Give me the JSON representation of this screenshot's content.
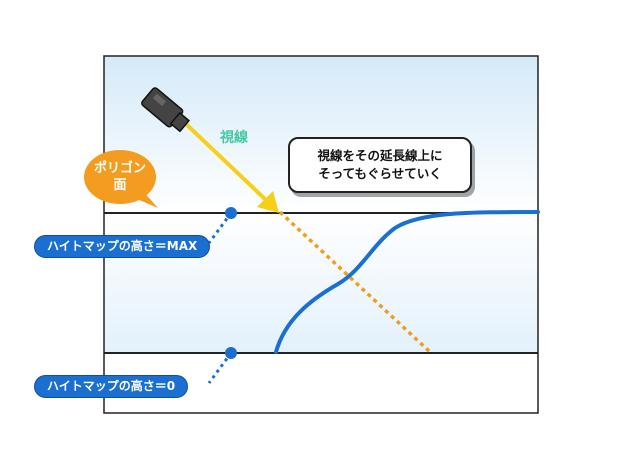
{
  "sight_label": "視線",
  "callout": {
    "line1": "視線をその延長線上に",
    "line2": "そってもぐらせていく"
  },
  "polygon_bubble": {
    "line1": "ポリゴン",
    "line2": "面"
  },
  "height_max_label": "ハイトマップの高さ＝MAX",
  "height_zero_label": "ハイトマップの高さ＝0",
  "colors": {
    "sky_top": "#d4eaf8",
    "sight_arrow": "#f6cf16",
    "ray_extension": "#f39c1f",
    "terrain_curve": "#1b6fd1",
    "label_pill": "#1b6fd1",
    "polygon_bubble": "#f39c1f",
    "sight_label": "#44c9a3"
  },
  "icons": [
    "camera-icon"
  ]
}
